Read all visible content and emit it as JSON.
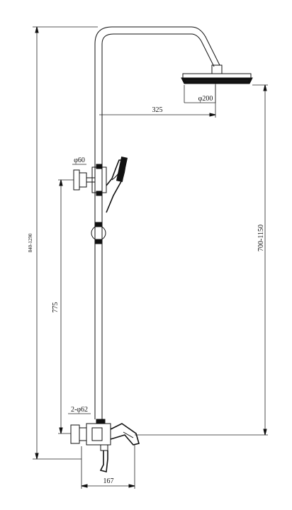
{
  "dimensions": {
    "total_height": "840-1290",
    "arm_length": "325",
    "head_diameter": "φ200",
    "holder_diameter": "φ60",
    "riser_height": "775",
    "head_height": "700-1150",
    "flange_diameter": "2-φ62",
    "mixer_width": "167"
  },
  "colors": {
    "ink": "#111111",
    "background": "#ffffff"
  }
}
